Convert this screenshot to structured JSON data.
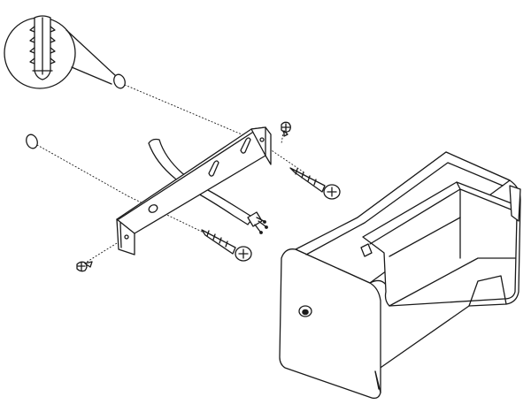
{
  "diagram": {
    "type": "exploded-assembly",
    "line_color": "#1a1a1a",
    "background": "#ffffff",
    "parts": [
      "wall-plug-detail-callout",
      "wall-plug",
      "mounting-bracket",
      "cable",
      "wood-screw",
      "small-screw",
      "lamp-housing"
    ],
    "counts": {
      "wall_plugs": 2,
      "wood_screws": 2,
      "small_screws": 2
    }
  }
}
